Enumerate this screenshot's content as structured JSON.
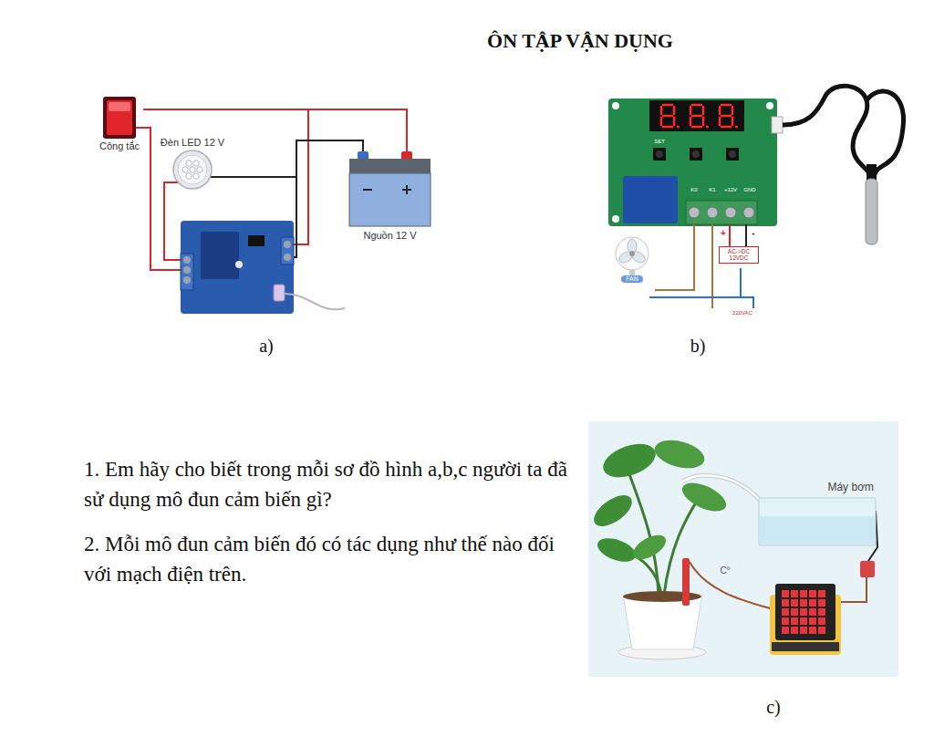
{
  "diagram": {
    "title": "ÔN TẬP VẬN DỤNG",
    "nodes": [
      {
        "text": [
          "Công tắc"
        ]
      },
      {
        "text": [
          "Đèn LED 12 V"
        ]
      },
      {
        "text": [
          "Nguồn 12 V"
        ]
      },
      {
        "text": [
          "FAN"
        ]
      },
      {
        "text": [
          "AC->DC 12VDC"
        ]
      },
      {
        "text": [
          "Máy bơm"
        ]
      }
    ],
    "edges": [
      {
        "from": 0,
        "to": 2,
        "arrow": "none"
      },
      {
        "from": 1,
        "to": 2,
        "arrow": "none"
      }
    ],
    "labels": [
      "a)",
      "SET",
      "K0",
      "K1",
      "+12V",
      "GND",
      "+",
      "-",
      "220VAC",
      "b)",
      "1. Em hãy cho biết trong mỗi sơ đồ hình a,b,c người ta đã sử dụng mô đun cảm biến gì?",
      "2. Mỗi mô đun cảm biến đó có tác dụng như thế nào đối với mạch điện trên.",
      "C°",
      "c)"
    ]
  }
}
